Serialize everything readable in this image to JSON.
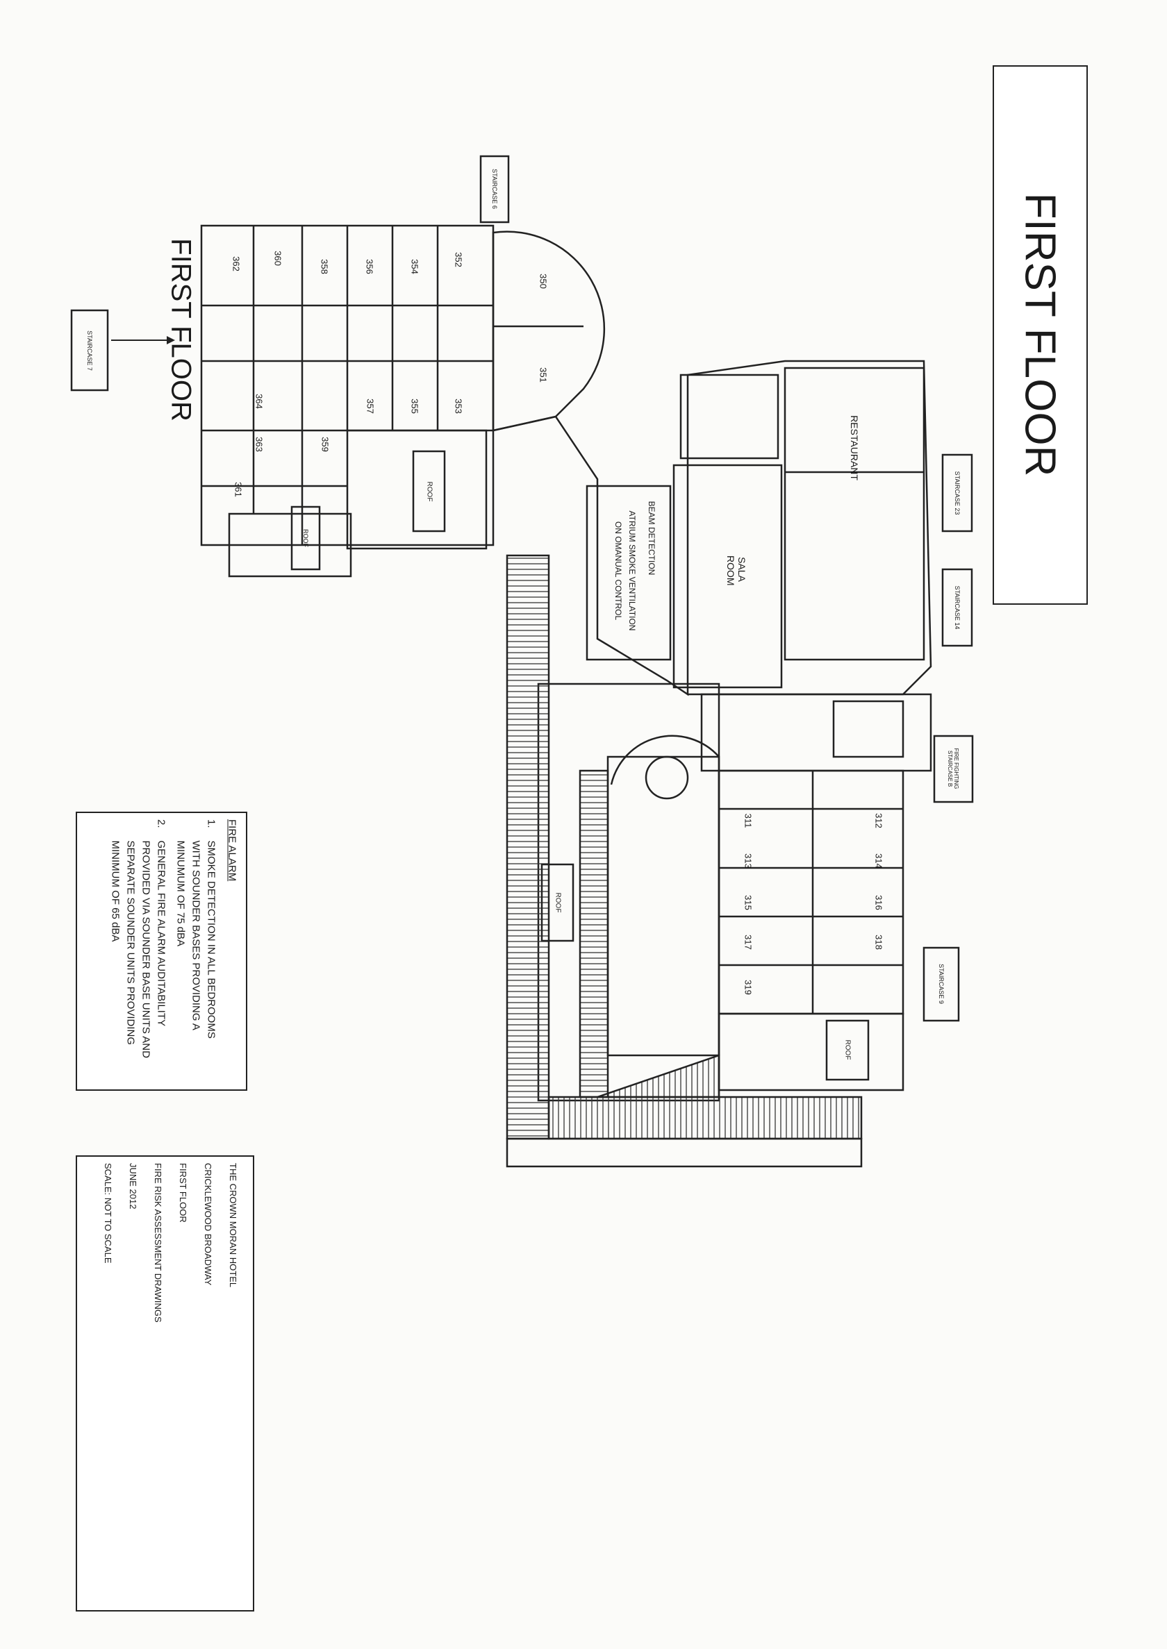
{
  "titles": {
    "main": "FIRST FLOOR",
    "secondary": "FIRST FLOOR"
  },
  "staircases": {
    "s6": "STAIRCASE 6",
    "s7": "STAIRCASE 7",
    "s23": "STAIRCASE 23",
    "s14": "STAIRCASE 14",
    "sB": "FIRE FIGHTING STAIRCASE B",
    "s9": "STAIRCASE 9"
  },
  "rooms": {
    "west_upper": [
      "362",
      "360",
      "358",
      "356",
      "354",
      "352"
    ],
    "west_lower": [
      "364",
      "363",
      "359",
      "357",
      "355",
      "353"
    ],
    "west_other": [
      "361"
    ],
    "round": [
      "350",
      "351"
    ],
    "east_upper": [
      "312",
      "314",
      "316",
      "318"
    ],
    "east_lower": [
      "311",
      "313",
      "315",
      "317",
      "319"
    ]
  },
  "areas": {
    "restaurant": "RESTAURANT",
    "sala": "SALA ROOM",
    "atrium_1": "BEAM DETECTION",
    "atrium_2": "ATRIUM SMOKE VENTILATION",
    "atrium_3": "ON OMANUAL CONTROL",
    "roof": "ROOF"
  },
  "fire_alarm": {
    "heading": "FIRE ALARM",
    "item1_num": "1.",
    "item1_lines": [
      "SMOKE DETECTION IN ALL BEDROOMS",
      "WITH SOUNDER BASES PROVIDING A",
      "MINUMUM OF 75 dBA"
    ],
    "item2_num": "2.",
    "item2_lines": [
      "GENERAL FIRE ALARM AUDITABILITY",
      "PROVIDED VIA SOUNDER BASE UNITS AND",
      "SEPARATE SOUNDER UNITS PROVIDING",
      "MINIMUM OF 65 dBA"
    ]
  },
  "title_block": [
    "THE CROWN MORAN HOTEL",
    "CRICKLEWOOD BROADWAY",
    "FIRST FLOOR",
    "FIRE RISK ASSESSMENT DRAWINGS",
    "JUNE 2012",
    "SCALE: NOT TO SCALE"
  ]
}
